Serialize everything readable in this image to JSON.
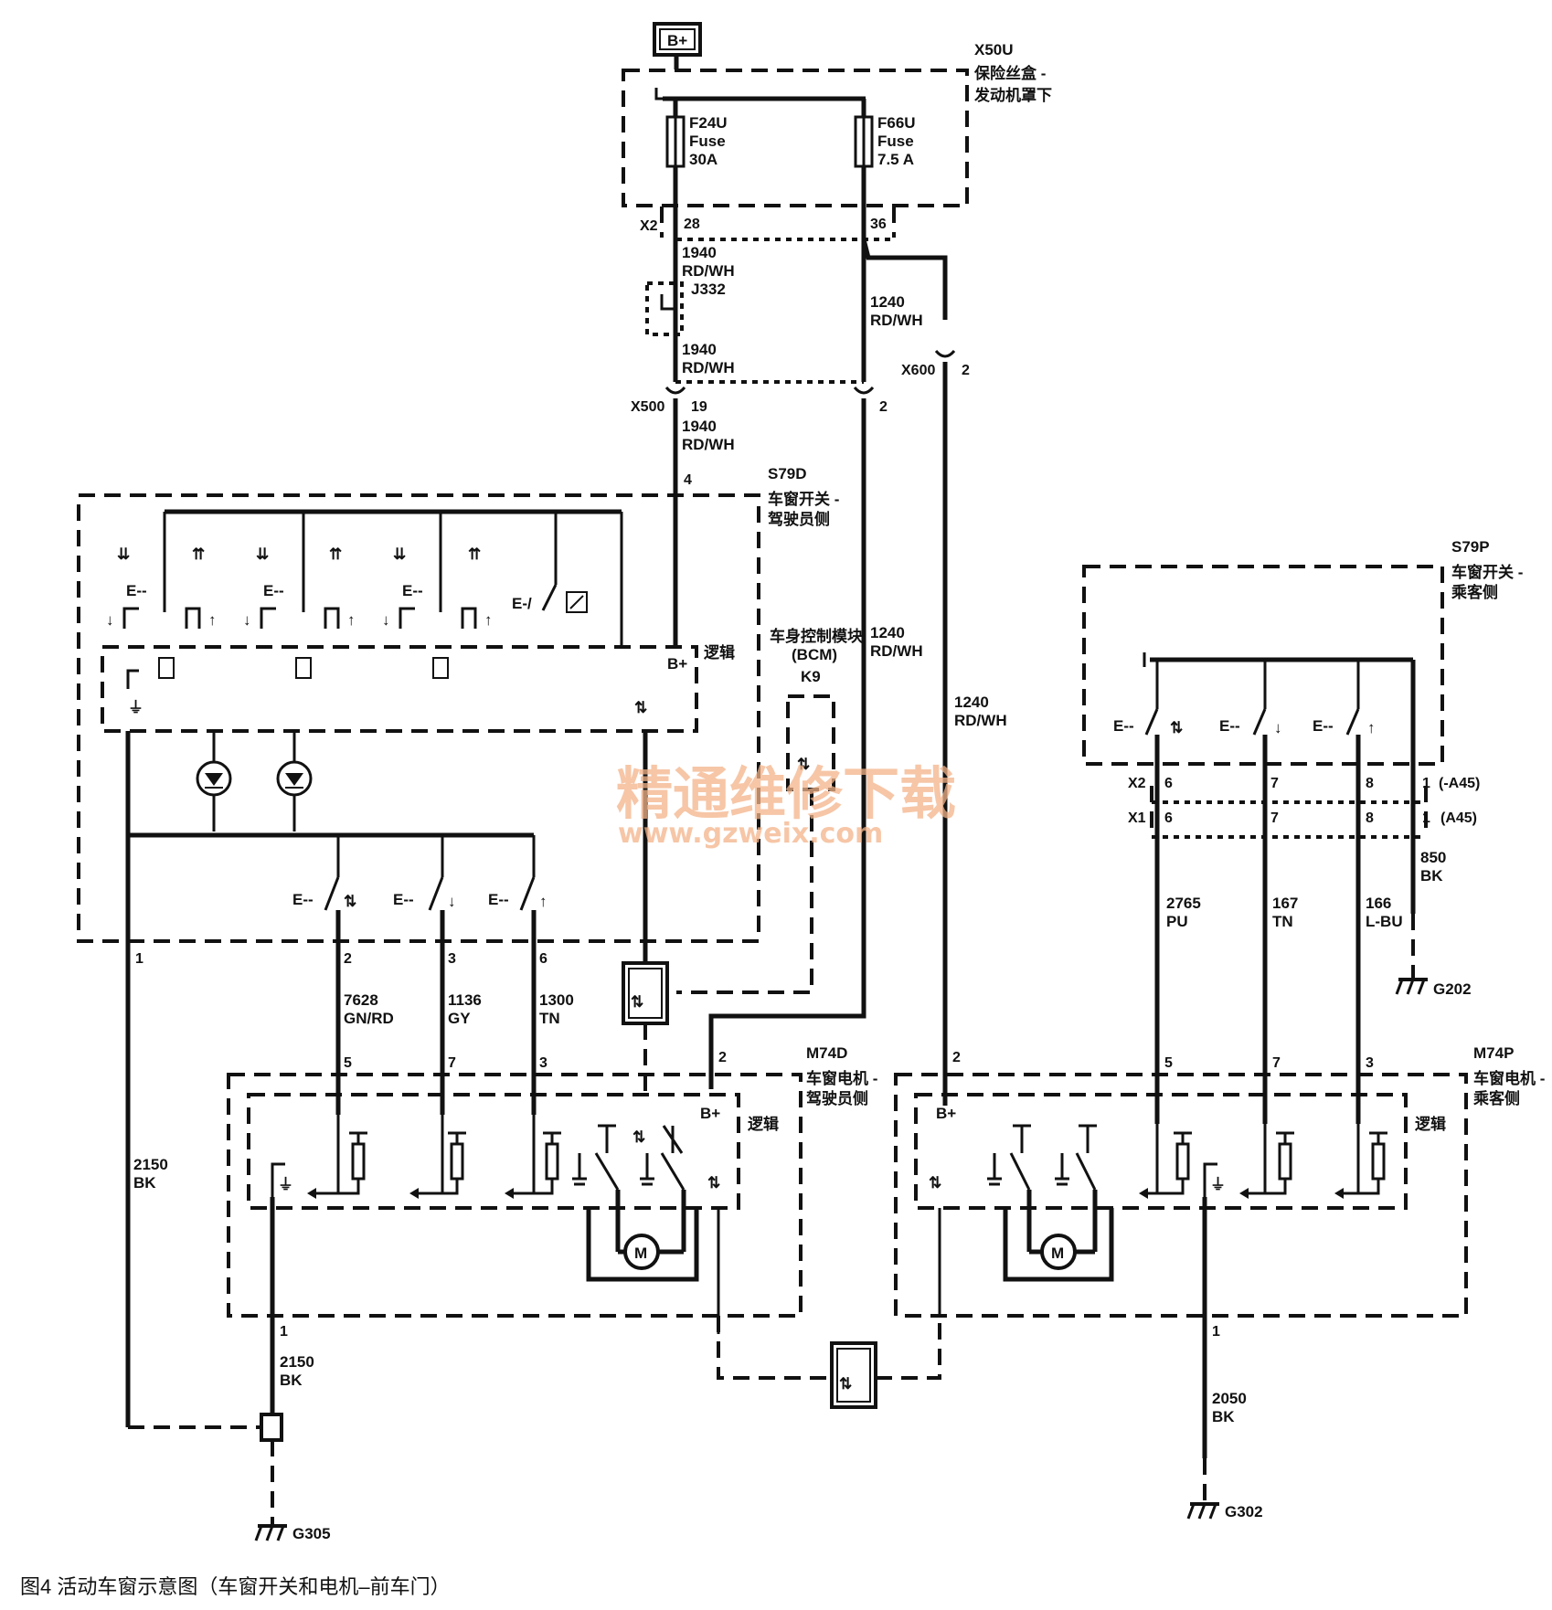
{
  "power": {
    "bplus": "B+"
  },
  "fusebox": {
    "id": "X50U",
    "name": "保险丝盒 -",
    "name2": "发动机罩下",
    "fuse1": {
      "id": "F24U",
      "type": "Fuse",
      "rating": "30A"
    },
    "fuse2": {
      "id": "F66U",
      "type": "Fuse",
      "rating": "7.5 A"
    },
    "connector": "X2",
    "pin_a": "28",
    "pin_b": "36"
  },
  "wires": {
    "w1940_a": "1940",
    "w1940_a_col": "RD/WH",
    "splice": "J332",
    "w1940_b": "1940",
    "w1940_b_col": "RD/WH",
    "w1240_a": "1240",
    "w1240_a_col": "RD/WH",
    "w1940_c": "1940",
    "w1940_c_col": "RD/WH",
    "w1240_b": "1240",
    "w1240_b_col": "RD/WH",
    "w1240_c": "1240",
    "w1240_c_col": "RD/WH",
    "w7628": "7628",
    "w7628_col": "GN/RD",
    "w1136": "1136",
    "w1136_col": "GY",
    "w1300": "1300",
    "w1300_col": "TN",
    "w2150_a": "2150",
    "w2150_a_col": "BK",
    "w2150_b": "2150",
    "w2150_b_col": "BK",
    "w850": "850",
    "w850_col": "BK",
    "w2765": "2765",
    "w2765_col": "PU",
    "w167": "167",
    "w167_col": "TN",
    "w166": "166",
    "w166_col": "L-BU",
    "w2050": "2050",
    "w2050_col": "BK"
  },
  "connectors": {
    "x500": "X500",
    "x500_pin_a": "19",
    "x500_pin_b": "2",
    "x600": "X600",
    "x600_pin": "2"
  },
  "driver_switch": {
    "id": "S79D",
    "name": "车窗开关 -",
    "name2": "驾驶员侧",
    "logic": "逻辑",
    "bplus": "B+",
    "pin_bplus": "4",
    "pin_1": "1",
    "pin_2": "2",
    "pin_3": "3",
    "pin_6": "6"
  },
  "bcm": {
    "name": "车身控制模块",
    "abbr": "(BCM)",
    "id": "K9"
  },
  "passenger_switch": {
    "id": "S79P",
    "name": "车窗开关 -",
    "name2": "乘客侧",
    "conn_x2": "X2",
    "conn_x1": "X1",
    "pins": [
      "6",
      "7",
      "8",
      "1"
    ],
    "x2_tag": "(-A45)",
    "x1_tag": "(A45)"
  },
  "driver_motor": {
    "id": "M74D",
    "name": "车窗电机 -",
    "name2": "驾驶员侧",
    "logic": "逻辑",
    "bplus": "B+",
    "motor": "M",
    "pin_2": "2",
    "pin_5": "5",
    "pin_7": "7",
    "pin_3": "3",
    "pin_1": "1"
  },
  "passenger_motor": {
    "id": "M74P",
    "name": "车窗电机 -",
    "name2": "乘客侧",
    "logic": "逻辑",
    "bplus": "B+",
    "motor": "M",
    "pin_2": "2",
    "pin_5": "5",
    "pin_7": "7",
    "pin_3": "3",
    "pin_1": "1"
  },
  "grounds": {
    "g305": "G305",
    "g302": "G302",
    "g202": "G202"
  },
  "watermark": {
    "line1": "精通维修下载",
    "line2": "www.gzweix.com"
  },
  "caption": "图4   活动车窗示意图（车窗开关和电机–前车门）"
}
